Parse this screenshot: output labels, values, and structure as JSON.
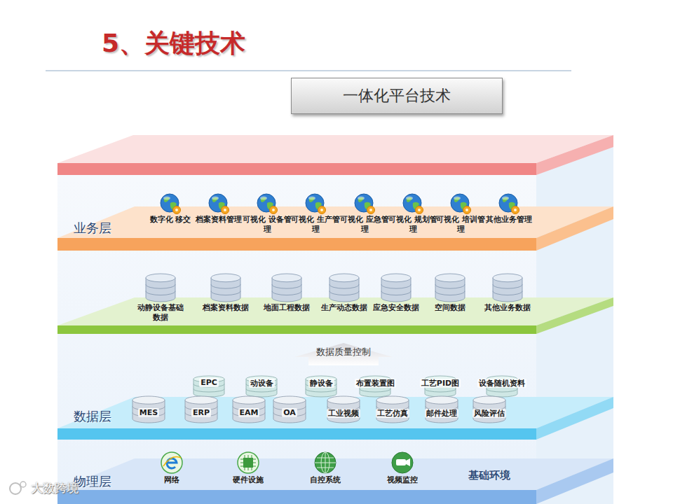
{
  "diagram": {
    "title": "5、关键技术",
    "nodes": [
      {
        "text": [
          "一体化平台技术"
        ]
      },
      {
        "text": [
          "业务层"
        ]
      },
      {
        "text": [
          "数字化 移交"
        ],
        "in": 1
      },
      {
        "text": [
          "档案资料管理"
        ],
        "in": 1
      },
      {
        "text": [
          "可视化 设备管理"
        ],
        "in": 1
      },
      {
        "text": [
          "可视化 生产管理"
        ],
        "in": 1
      },
      {
        "text": [
          "可视化 应急管理"
        ],
        "in": 1
      },
      {
        "text": [
          "可视化 规划管理"
        ],
        "in": 1
      },
      {
        "text": [
          "可视化 培训管理"
        ],
        "in": 1
      },
      {
        "text": [
          "其他业务管理"
        ],
        "in": 1
      },
      {
        "text": [
          "动静设备基础数据"
        ]
      },
      {
        "text": [
          "档案资料数据"
        ]
      },
      {
        "text": [
          "地面工程数据"
        ]
      },
      {
        "text": [
          "生产动态数据"
        ]
      },
      {
        "text": [
          "应急安全数据"
        ]
      },
      {
        "text": [
          "空间数据"
        ]
      },
      {
        "text": [
          "其他业务数据"
        ]
      },
      {
        "text": [
          "数据层"
        ]
      },
      {
        "text": [
          "EPC"
        ],
        "in": 17
      },
      {
        "text": [
          "动设备"
        ],
        "in": 17
      },
      {
        "text": [
          "静设备"
        ],
        "in": 17
      },
      {
        "text": [
          "布置装置图"
        ],
        "in": 17
      },
      {
        "text": [
          "工艺PID图"
        ],
        "in": 17
      },
      {
        "text": [
          "设备随机资料"
        ],
        "in": 17
      },
      {
        "text": [
          "MES"
        ],
        "in": 17
      },
      {
        "text": [
          "ERP"
        ],
        "in": 17
      },
      {
        "text": [
          "EAM"
        ],
        "in": 17
      },
      {
        "text": [
          "OA"
        ],
        "in": 17
      },
      {
        "text": [
          "工业视频"
        ],
        "in": 17
      },
      {
        "text": [
          "工艺仿真"
        ],
        "in": 17
      },
      {
        "text": [
          "邮件处理"
        ],
        "in": 17
      },
      {
        "text": [
          "风险评估"
        ],
        "in": 17
      },
      {
        "text": [
          "物理层"
        ]
      },
      {
        "text": [
          "网络"
        ],
        "in": 32
      },
      {
        "text": [
          "硬件设施"
        ],
        "in": 32
      },
      {
        "text": [
          "自控系统"
        ],
        "in": 32
      },
      {
        "text": [
          "视频监控"
        ],
        "in": 32
      },
      {
        "text": [
          "基础环境"
        ],
        "in": 32
      }
    ],
    "labels": [
      "数据质量控制",
      "大数跨境"
    ]
  }
}
